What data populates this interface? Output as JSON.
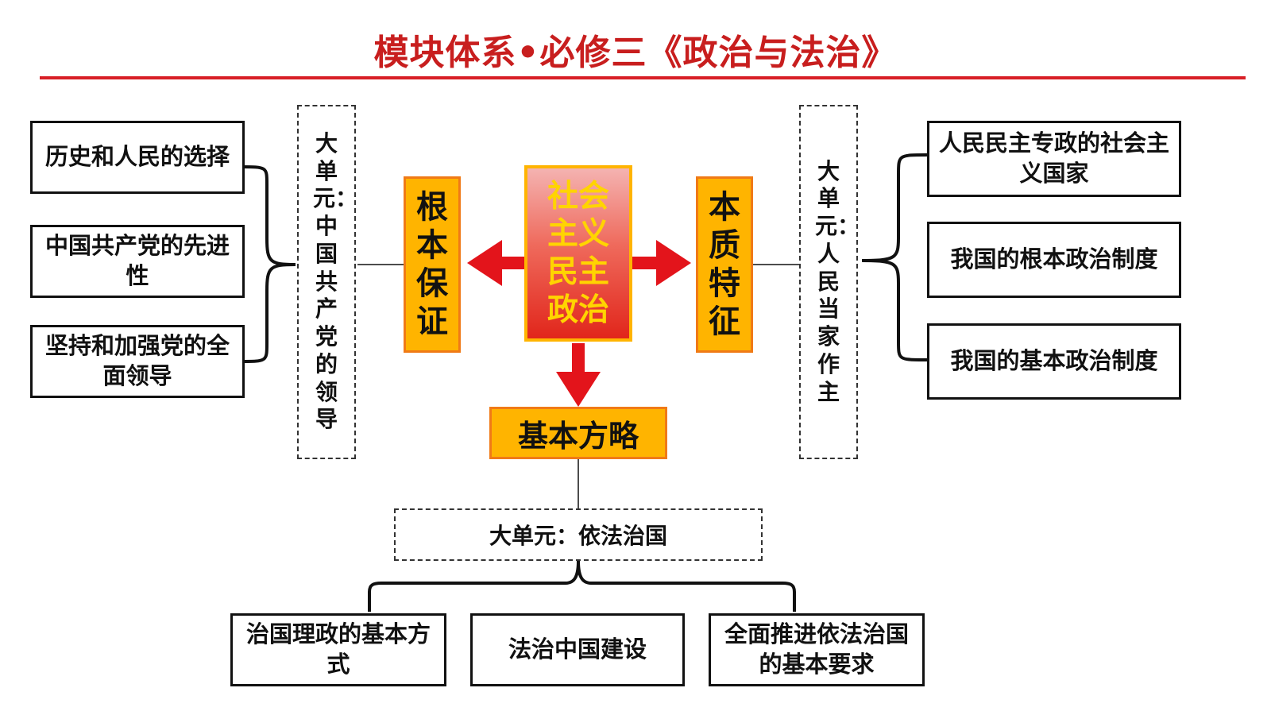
{
  "title": "模块体系•必修三《政治与法治》",
  "center": "社会主义民主政治",
  "left_pillar": "根本保证",
  "right_pillar": "本质特征",
  "bottom_pillar": "基本方略",
  "left_unit": "大单元：中国共产党的领导",
  "right_unit": "大单元：人民当家作主",
  "bottom_unit": "大单元：依法治国",
  "left_items": [
    "历史和人民的选择",
    "中国共产党的先进性",
    "坚持和加强党的全面领导"
  ],
  "right_items": [
    "人民民主专政的社会主义国家",
    "我国的根本政治制度",
    "我国的基本政治制度"
  ],
  "bottom_items": [
    "治国理政的基本方式",
    "法治中国建设",
    "全面推进依法治国的基本要求"
  ],
  "colors": {
    "accent_red": "#d81f26",
    "orange": "#ffb400",
    "center_text": "#ffd400"
  }
}
